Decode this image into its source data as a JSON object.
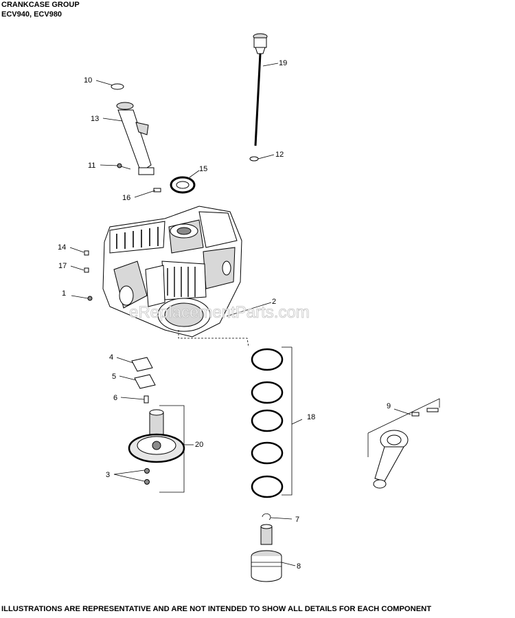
{
  "header": {
    "title": "CRANKCASE GROUP",
    "models": "ECV940, ECV980"
  },
  "callouts": {
    "c1": "1",
    "c2": "2",
    "c3": "3",
    "c4": "4",
    "c5": "5",
    "c6": "6",
    "c7": "7",
    "c8": "8",
    "c9": "9",
    "c10": "10",
    "c11": "11",
    "c12": "12",
    "c13": "13",
    "c14": "14",
    "c15": "15",
    "c16": "16",
    "c17": "17",
    "c18": "18",
    "c19": "19",
    "c20": "20"
  },
  "watermark": "eReplacementParts.com",
  "footer": {
    "disclaimer": "ILLUSTRATIONS ARE REPRESENTATIVE AND ARE NOT INTENDED TO SHOW ALL DETAILS FOR EACH COMPONENT"
  }
}
